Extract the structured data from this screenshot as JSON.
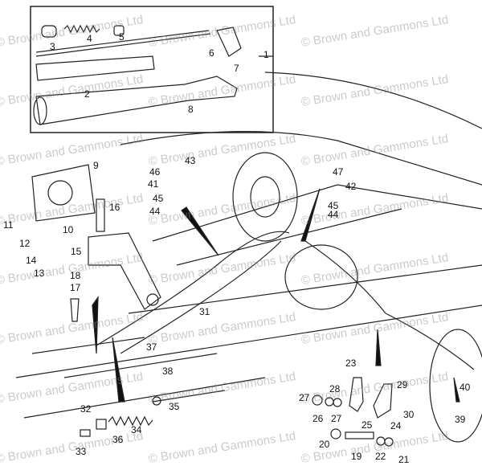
{
  "title": "Handbrake assembly parts diagram",
  "watermark": "© Brown and Gammons Ltd",
  "labels": [
    "1",
    "2",
    "3",
    "4",
    "5",
    "6",
    "7",
    "8",
    "9",
    "10",
    "11",
    "12",
    "13",
    "14",
    "15",
    "16",
    "17",
    "18",
    "19",
    "20",
    "21",
    "22",
    "23",
    "24",
    "25",
    "26",
    "27",
    "27",
    "28",
    "29",
    "30",
    "31",
    "32",
    "33",
    "34",
    "35",
    "36",
    "37",
    "38",
    "39",
    "40",
    "41",
    "42",
    "43",
    "44",
    "45",
    "46",
    "47",
    "45",
    "44"
  ]
}
